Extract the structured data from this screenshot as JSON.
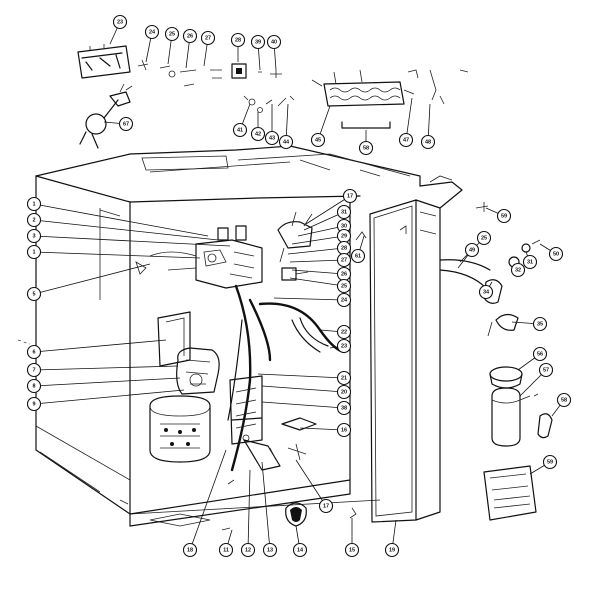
{
  "diagram": {
    "type": "exploded-parts-diagram",
    "callouts": [
      {
        "id": "c23",
        "label": "23"
      },
      {
        "id": "c24",
        "label": "24"
      },
      {
        "id": "c25",
        "label": "25"
      },
      {
        "id": "c26",
        "label": "26"
      },
      {
        "id": "c27",
        "label": "27"
      },
      {
        "id": "c28",
        "label": "28"
      },
      {
        "id": "c39",
        "label": "39"
      },
      {
        "id": "c40",
        "label": "40"
      },
      {
        "id": "c67",
        "label": "67"
      },
      {
        "id": "c41",
        "label": "41"
      },
      {
        "id": "c42",
        "label": "42"
      },
      {
        "id": "c43",
        "label": "43"
      },
      {
        "id": "c44",
        "label": "44"
      },
      {
        "id": "c45",
        "label": "45"
      },
      {
        "id": "c58t",
        "label": "58"
      },
      {
        "id": "c47",
        "label": "47"
      },
      {
        "id": "c48",
        "label": "48"
      },
      {
        "id": "c1a",
        "label": "1"
      },
      {
        "id": "c2",
        "label": "2"
      },
      {
        "id": "c3",
        "label": "3"
      },
      {
        "id": "c1b",
        "label": "1"
      },
      {
        "id": "c5",
        "label": "5"
      },
      {
        "id": "c6",
        "label": "6"
      },
      {
        "id": "c7",
        "label": "7"
      },
      {
        "id": "c8",
        "label": "8"
      },
      {
        "id": "c9",
        "label": "9"
      },
      {
        "id": "c17",
        "label": "17"
      },
      {
        "id": "c31",
        "label": "31"
      },
      {
        "id": "c30",
        "label": "30"
      },
      {
        "id": "c29",
        "label": "29"
      },
      {
        "id": "c28b",
        "label": "28"
      },
      {
        "id": "c27b",
        "label": "27"
      },
      {
        "id": "c26b",
        "label": "26"
      },
      {
        "id": "c25b",
        "label": "25"
      },
      {
        "id": "c24b",
        "label": "24"
      },
      {
        "id": "c22",
        "label": "22"
      },
      {
        "id": "c23b",
        "label": "23"
      },
      {
        "id": "c21",
        "label": "21"
      },
      {
        "id": "c20",
        "label": "20"
      },
      {
        "id": "c38",
        "label": "38"
      },
      {
        "id": "c16",
        "label": "16"
      },
      {
        "id": "c17b",
        "label": "17"
      },
      {
        "id": "c18",
        "label": "18"
      },
      {
        "id": "c11",
        "label": "11"
      },
      {
        "id": "c12",
        "label": "12"
      },
      {
        "id": "c13",
        "label": "13"
      },
      {
        "id": "c14",
        "label": "14"
      },
      {
        "id": "c15",
        "label": "15"
      },
      {
        "id": "c19",
        "label": "19"
      },
      {
        "id": "c61",
        "label": "61"
      },
      {
        "id": "c59",
        "label": "59"
      },
      {
        "id": "c25r",
        "label": "25"
      },
      {
        "id": "c49",
        "label": "49"
      },
      {
        "id": "c34",
        "label": "34"
      },
      {
        "id": "c32",
        "label": "32"
      },
      {
        "id": "c31r",
        "label": "31"
      },
      {
        "id": "c50",
        "label": "50"
      },
      {
        "id": "c35",
        "label": "35"
      },
      {
        "id": "c56",
        "label": "56"
      },
      {
        "id": "c57",
        "label": "57"
      },
      {
        "id": "c58",
        "label": "58"
      },
      {
        "id": "c59b",
        "label": "59"
      }
    ]
  }
}
